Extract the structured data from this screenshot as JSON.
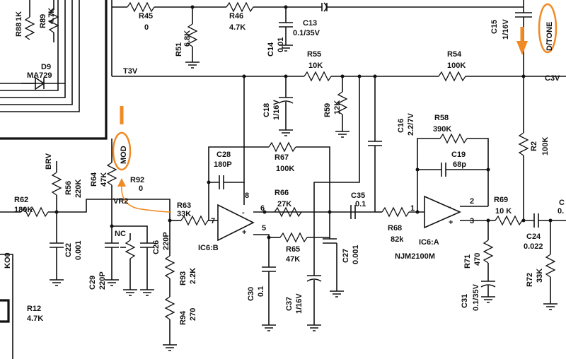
{
  "components": {
    "R45": {
      "ref": "R45",
      "value": "0"
    },
    "R46": {
      "ref": "R46",
      "value": "4.7K"
    },
    "C13": {
      "ref": "C13",
      "value": "0.1/35V"
    },
    "C15": {
      "ref": "C15",
      "value": "1/16V"
    },
    "R88": {
      "ref": "R88",
      "value": "1K"
    },
    "R89": {
      "ref": "R89",
      "value": "4.7K"
    },
    "D9": {
      "ref": "D9",
      "value": "MA729"
    },
    "R51": {
      "ref": "R51",
      "value": "6.8K"
    },
    "C14": {
      "ref": "C14",
      "value": "0.01"
    },
    "R55": {
      "ref": "R55",
      "value": "10K"
    },
    "R54": {
      "ref": "R54",
      "value": "100K"
    },
    "C18": {
      "ref": "C18",
      "value": "1/16V"
    },
    "R59": {
      "ref": "R59",
      "value": "12K"
    },
    "C16": {
      "ref": "C16",
      "value": "2.2/7V"
    },
    "R58": {
      "ref": "R58",
      "value": "390K"
    },
    "C19": {
      "ref": "C19",
      "value": "68p"
    },
    "R2": {
      "ref": "R2",
      "value": "100K"
    },
    "C28": {
      "ref": "C28",
      "value": "180P"
    },
    "R67": {
      "ref": "R67",
      "value": "100K"
    },
    "R64": {
      "ref": "R64",
      "value": "47K"
    },
    "R92": {
      "ref": "R92",
      "value": "0"
    },
    "R56": {
      "ref": "R56",
      "value": "220K"
    },
    "R62": {
      "ref": "R62",
      "value": "180K"
    },
    "R63": {
      "ref": "R63",
      "value": "33K"
    },
    "R66": {
      "ref": "R66",
      "value": "27K"
    },
    "C35": {
      "ref": "C35",
      "value": "0.1"
    },
    "R68": {
      "ref": "R68",
      "value": "82k"
    },
    "R69": {
      "ref": "R69",
      "value": "10 K"
    },
    "C24": {
      "ref": "C24",
      "value": "0.022"
    },
    "C22": {
      "ref": "C22",
      "value": "0.001"
    },
    "C29": {
      "ref": "C29",
      "value": "220P"
    },
    "C26": {
      "ref": "C26",
      "value": "220P"
    },
    "R93": {
      "ref": "R93",
      "value": "2.2K"
    },
    "R94": {
      "ref": "R94",
      "value": "270"
    },
    "R65": {
      "ref": "R65",
      "value": "47K"
    },
    "C27": {
      "ref": "C27",
      "value": "0.001"
    },
    "C30": {
      "ref": "C30",
      "value": "0.1"
    },
    "C37": {
      "ref": "C37",
      "value": "1/16V"
    },
    "R71": {
      "ref": "R71",
      "value": "470"
    },
    "C31": {
      "ref": "C31",
      "value": "0.1/35V"
    },
    "R72": {
      "ref": "R72",
      "value": "33K"
    },
    "R12": {
      "ref": "R12",
      "value": "4.7K"
    }
  },
  "labels": {
    "t3v": "T3V",
    "c3v": "C3V",
    "brv": "BRV",
    "vr2": "VR2",
    "nc": "NC",
    "ko0": "KO0",
    "ic6b": "IC6:B",
    "ic6a": "IC6:A",
    "njm": "NJM2100M",
    "mod": "MOD",
    "dtone": "D/TONE",
    "pin7": "7",
    "pin6": "6",
    "pin5": "5",
    "pin8": "8",
    "pin1": "1",
    "pin2": "2",
    "pin3": "3",
    "plus": "+",
    "minus": "-",
    "edge1": "C",
    "edge2": "0."
  }
}
